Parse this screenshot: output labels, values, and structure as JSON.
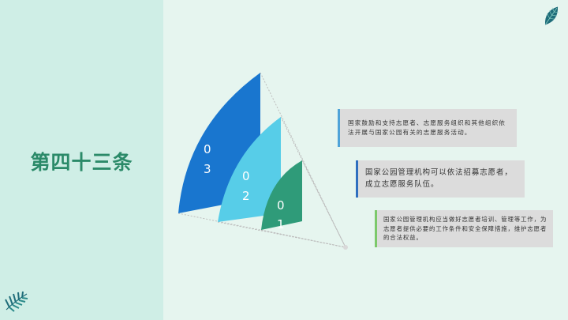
{
  "title": "第四十三条",
  "segments": [
    {
      "label_line1": "0",
      "label_line2": "3",
      "color": "#1976cf"
    },
    {
      "label_line1": "0",
      "label_line2": "2",
      "color": "#57cde8"
    },
    {
      "label_line1": "0",
      "label_line2": "1",
      "color": "#2f9b79"
    }
  ],
  "texts": [
    "国家鼓励和支持志愿者、志愿服务组织和其他组织依法开展与国家公园有关的志愿服务活动。",
    "国家公园管理机构可以依法招募志愿者，成立志愿服务队伍。",
    "国家公园管理机构应当做好志愿者培训、管理等工作，为志愿者提供必要的工作条件和安全保障措施，维护志愿者的合法权益。"
  ],
  "icons": {
    "top_right": "leaf-icon",
    "bottom_left": "palm-leaf-icon"
  }
}
